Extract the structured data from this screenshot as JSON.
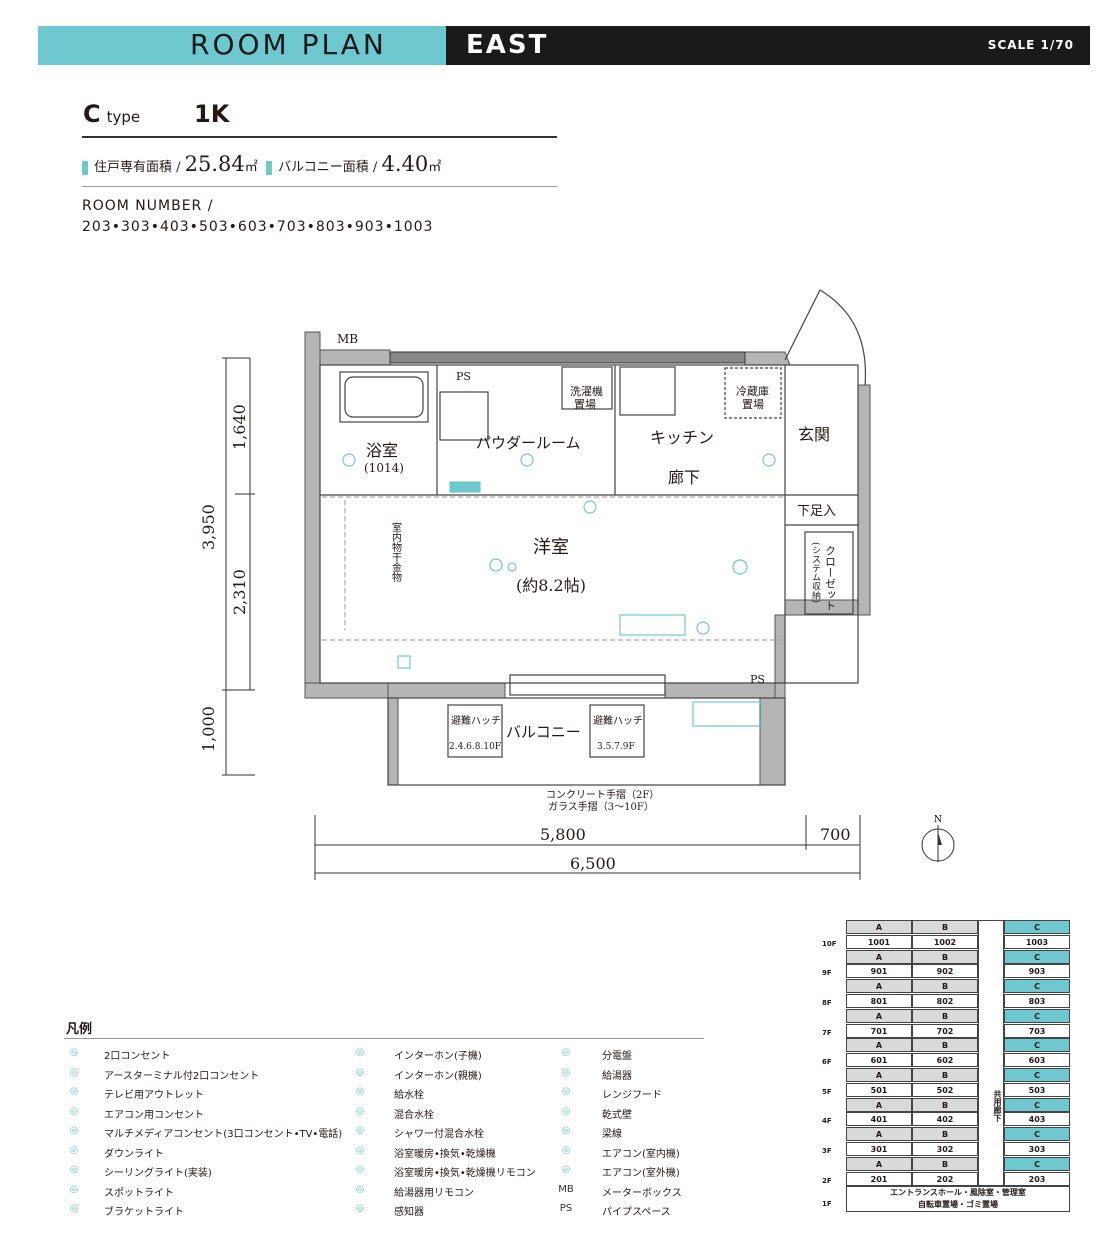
{
  "header": {
    "title": "ROOM PLAN",
    "wing": "EAST",
    "scale": "SCALE 1/70"
  },
  "unit": {
    "type_letter": "C",
    "type_word": "type",
    "layout": "1K",
    "private_area_label": "住戸専有面積 /",
    "private_area_value": "25.84",
    "private_area_unit": "㎡",
    "balcony_area_label": "バルコニー面積 /",
    "balcony_area_value": "4.40",
    "balcony_area_unit": "㎡",
    "room_number_label": "ROOM NUMBER /",
    "room_numbers": "203•303•403•503•603•703•803•903•1003"
  },
  "plan": {
    "mb": "MB",
    "ps1": "PS",
    "ps2": "PS",
    "bath": "浴室",
    "bath_size": "(1014)",
    "powder": "パウダールーム",
    "washer1": "洗濯機",
    "washer2": "置場",
    "fridge1": "冷蔵庫",
    "fridge2": "置場",
    "kitchen": "キッチン",
    "hall": "廊下",
    "entrance": "玄関",
    "shoe": "下足入",
    "western": "洋室",
    "western_size": "(約8.2帖)",
    "closet1": "クローゼット",
    "closet2": "(システム収納)",
    "dryer": "室内物干金物",
    "balcony": "バルコニー",
    "hatch": "避難ハッチ",
    "hatch_a": "2.4.6.8.10F",
    "hatch_b": "3.5.7.9F",
    "rail1": "コンクリート手摺（2F）",
    "rail2": "ガラス手摺（3～10F）",
    "dim_total_h": "3,950",
    "dim_h1": "1,640",
    "dim_h2": "2,310",
    "dim_h3": "1,000",
    "dim_w1": "5,800",
    "dim_w2": "700",
    "dim_w_total": "6,500",
    "north": "N"
  },
  "legend": {
    "title": "凡例",
    "col1": [
      "2口コンセント",
      "アースターミナル付2口コンセント",
      "テレビ用アウトレット",
      "エアコン用コンセント",
      "マルチメディアコンセント(3口コンセント•TV•電話)",
      "ダウンライト",
      "シーリングライト(実装)",
      "スポットライト",
      "ブラケットライト"
    ],
    "col2": [
      "インターホン(子機)",
      "インターホン(親機)",
      "給水栓",
      "混合水栓",
      "シャワー付混合水栓",
      "浴室暖房•換気•乾燥機",
      "浴室暖房•換気•乾燥機リモコン",
      "給湯器用リモコン",
      "感知器"
    ],
    "col3": [
      "分電盤",
      "給湯器",
      "レンジフード",
      "乾式壁",
      "梁線",
      "エアコン(室内機)",
      "エアコン(室外機)",
      "メーターボックス",
      "パイプスペース"
    ],
    "col3_icons": [
      "",
      "",
      "",
      "",
      "",
      "",
      "",
      "MB",
      "PS"
    ]
  },
  "floor_table": {
    "shared_label": "共用廊下",
    "ground": "エントランスホール・風除室・管理室",
    "ground2": "自転車置場・ゴミ置場",
    "floors": [
      {
        "floor": "10F",
        "a": "1001",
        "b": "1002",
        "c": "1003"
      },
      {
        "floor": "9F",
        "a": "901",
        "b": "902",
        "c": "903"
      },
      {
        "floor": "8F",
        "a": "801",
        "b": "802",
        "c": "803"
      },
      {
        "floor": "7F",
        "a": "701",
        "b": "702",
        "c": "703"
      },
      {
        "floor": "6F",
        "a": "601",
        "b": "602",
        "c": "603"
      },
      {
        "floor": "5F",
        "a": "501",
        "b": "502",
        "c": "503"
      },
      {
        "floor": "4F",
        "a": "401",
        "b": "402",
        "c": "403"
      },
      {
        "floor": "3F",
        "a": "301",
        "b": "302",
        "c": "303"
      },
      {
        "floor": "2F",
        "a": "201",
        "b": "202",
        "c": "203"
      }
    ],
    "floor1": "1F",
    "col_a": "A",
    "col_b": "B",
    "col_c": "C"
  }
}
